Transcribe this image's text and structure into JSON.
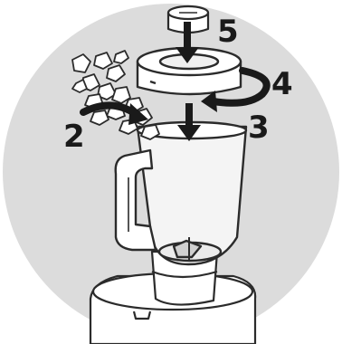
{
  "diagram": {
    "steps": [
      {
        "number": "2",
        "icon": "ice-cubes-in-arrow-icon"
      },
      {
        "number": "3",
        "icon": "lid-down-arrow-icon"
      },
      {
        "number": "4",
        "icon": "twist-lock-arrow-icon"
      },
      {
        "number": "5",
        "icon": "measuring-cap-down-arrow-icon"
      }
    ]
  },
  "colors": {
    "background_circle": "#dcdcdc",
    "outline": "#2b2b2b",
    "appliance": "#ffffff",
    "glass": "#f2f2f2",
    "arrow": "#1a1a1a"
  }
}
